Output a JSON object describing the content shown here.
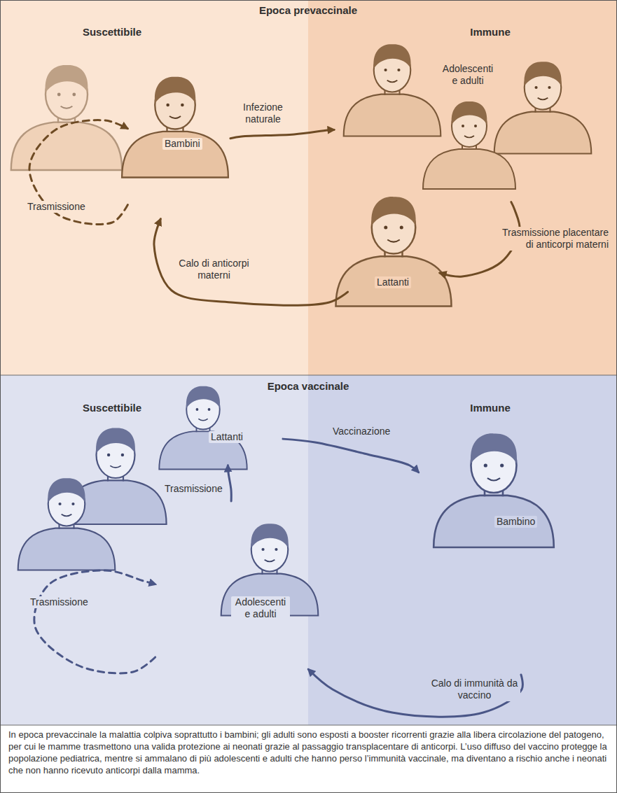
{
  "diagram": {
    "caption": "In epoca prevaccinale la malattia colpiva soprattutto i bambini; gli adulti sono esposti a booster ricorrenti grazie alla libera circolazione del patogeno, per cui le mamme trasmettono una valida protezione ai neonati grazie al passaggio transplacentare di anticorpi. L’uso diffuso del vaccino protegge la popolazione pediatrica, mentre si ammalano di più adolescenti e adulti che hanno perso l’immunità vaccinale, ma diventano a rischio anche i neonati che non hanno ricevuto anticorpi dalla mamma.",
    "nodes": [
      {
        "text": [
          "Epoca prevaccinale"
        ]
      },
      {
        "text": [
          "Suscettibile"
        ],
        "in": 0
      },
      {
        "text": [
          "Bambini"
        ],
        "in": 1
      },
      {
        "text": [
          "Immune"
        ],
        "in": 0
      },
      {
        "text": [
          "Adolescenti e adulti"
        ],
        "in": 3
      },
      {
        "text": [
          "Lattanti"
        ],
        "in": 3
      },
      {
        "text": [
          "Epoca vaccinale"
        ]
      },
      {
        "text": [
          "Suscettibile"
        ],
        "in": 6
      },
      {
        "text": [
          "Lattanti"
        ],
        "in": 7
      },
      {
        "text": [
          "Adolescenti e adulti"
        ],
        "in": 7
      },
      {
        "text": [
          "Immune"
        ],
        "in": 6
      },
      {
        "text": [
          "Bambino"
        ],
        "in": 10
      }
    ],
    "edges": [
      {
        "from": 2,
        "to": 4,
        "arrow": "to",
        "label": "Infezione naturale"
      },
      {
        "from": 2,
        "to": 2,
        "arrow": "to",
        "label": "Trasmissione"
      },
      {
        "from": 4,
        "to": 5,
        "arrow": "to",
        "label": "Trasmissione placentare di anticorpi materni"
      },
      {
        "from": 5,
        "to": 2,
        "arrow": "to",
        "label": "Calo di anticorpi materni"
      },
      {
        "from": 8,
        "to": 11,
        "arrow": "to",
        "label": "Vaccinazione"
      },
      {
        "from": 11,
        "to": 9,
        "arrow": "to",
        "label": "Calo di immunità da vaccino"
      },
      {
        "from": 9,
        "to": 8,
        "arrow": "to",
        "label": "Trasmissione"
      },
      {
        "from": 9,
        "to": 9,
        "arrow": "to",
        "label": "Trasmissione"
      }
    ]
  }
}
